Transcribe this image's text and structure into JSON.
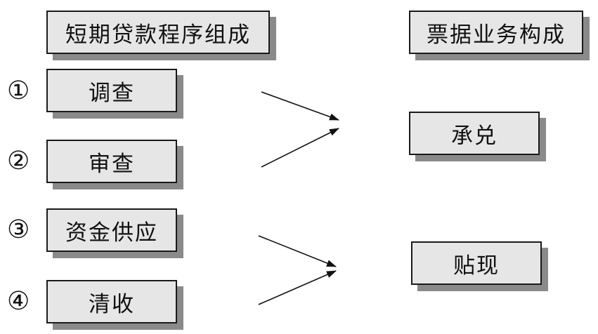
{
  "left_column": {
    "header": "短期贷款程序组成",
    "steps": [
      {
        "number": "①",
        "label": "调查"
      },
      {
        "number": "②",
        "label": "审查"
      },
      {
        "number": "③",
        "label": "资金供应"
      },
      {
        "number": "④",
        "label": "清收"
      }
    ]
  },
  "right_column": {
    "header": "票据业务构成",
    "items": [
      {
        "label": "承兑"
      },
      {
        "label": "贴现"
      }
    ]
  },
  "colors": {
    "box_fill": "#e6e6e6",
    "box_border": "#1a1a1a",
    "box_shadow": "#8a8a8a",
    "arrow": "#111111"
  }
}
